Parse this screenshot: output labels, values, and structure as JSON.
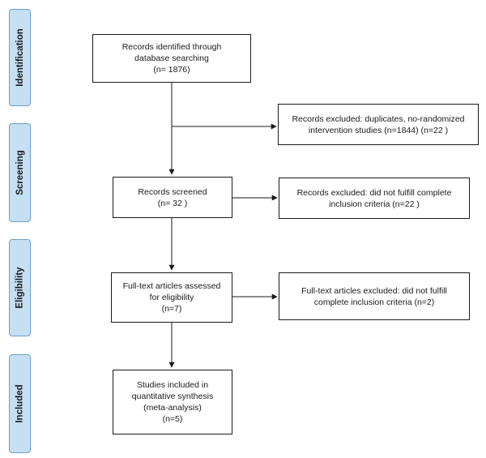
{
  "phases": {
    "identification": "Identification",
    "screening": "Screening",
    "eligibility": "Eligibility",
    "included": "Included"
  },
  "boxes": {
    "identified": {
      "line1": "Records identified through",
      "line2": "database searching",
      "line3": "(n= 1876)"
    },
    "excluded_duplicates": {
      "line1": "Records excluded: duplicates, no-randomized",
      "line2": "intervention studies (n=1844) (n=22  )"
    },
    "screened": {
      "line1": "Records screened",
      "line2": "(n= 32 )"
    },
    "excluded_screening": {
      "line1": "Records excluded: did not fulfill complete",
      "line2": "inclusion criteria (n=22 )"
    },
    "fulltext_assessed": {
      "line1": "Full-text articles assessed",
      "line2": "for eligibility",
      "line3": "(n=7)"
    },
    "fulltext_excluded": {
      "line1": "Full-text articles excluded: did not fulfill",
      "line2": "complete inclusion criteria (n=2)"
    },
    "included": {
      "line1": "Studies included in",
      "line2": "quantitative synthesis",
      "line3": "(meta-analysis)",
      "line4": "(n=5)"
    }
  },
  "colors": {
    "phase_fill": "#c5dff3",
    "phase_border": "#6f9fcc",
    "line": "#1a1a1a"
  }
}
